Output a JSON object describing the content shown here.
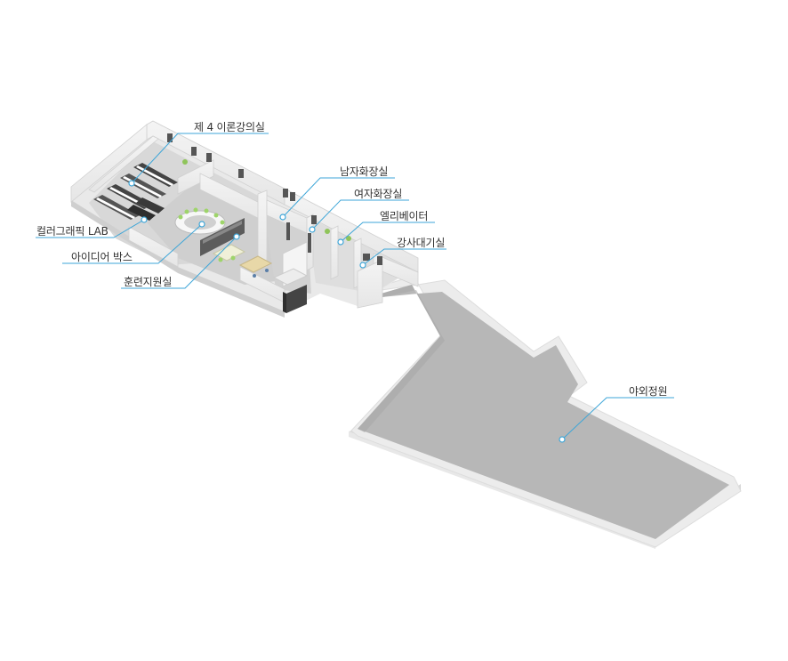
{
  "floor_plan": {
    "accent_color": "#3ea6d8",
    "rooms": [
      {
        "id": "lecture4",
        "label": "제 4 이론강의실"
      },
      {
        "id": "mens",
        "label": "남자화장실"
      },
      {
        "id": "womens",
        "label": "여자화장실"
      },
      {
        "id": "elevator",
        "label": "엘리베이터"
      },
      {
        "id": "lounge",
        "label": "강사대기실"
      },
      {
        "id": "color_lab",
        "label": "컬러그래픽 LAB"
      },
      {
        "id": "idea_box",
        "label": "아이디어 박스"
      },
      {
        "id": "training",
        "label": "훈련지원실"
      },
      {
        "id": "garden",
        "label": "야외정원"
      }
    ]
  }
}
